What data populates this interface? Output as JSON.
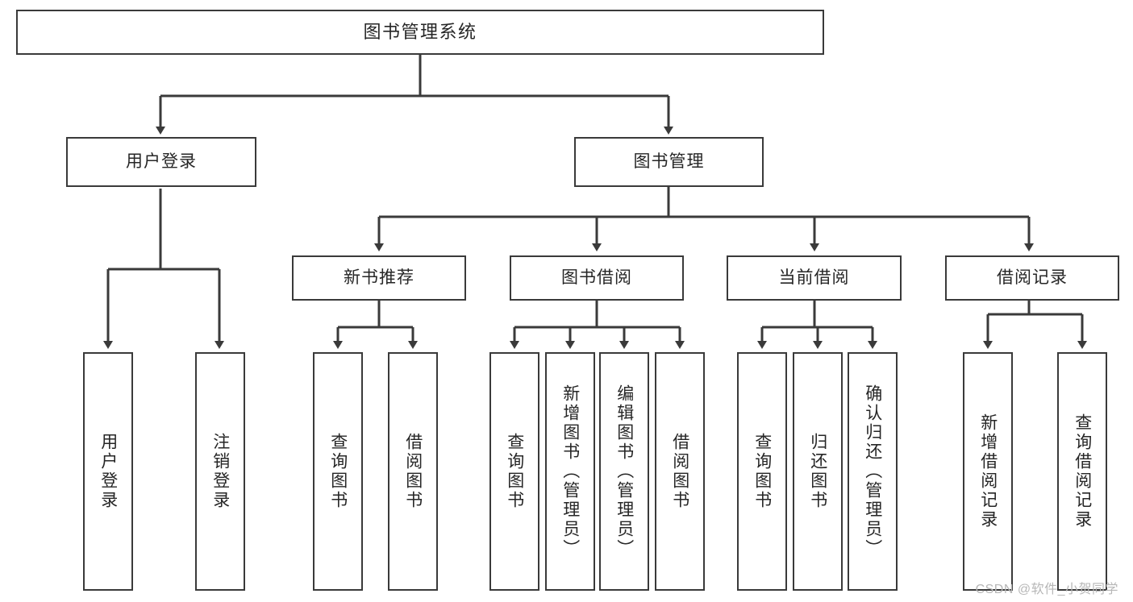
{
  "diagram": {
    "title": "图书管理系统",
    "type": "hierarchy-tree",
    "root": {
      "id": "root",
      "label": "图书管理系统"
    },
    "level1": [
      {
        "id": "user-login",
        "label": "用户登录"
      },
      {
        "id": "book-manage",
        "label": "图书管理"
      }
    ],
    "level2": [
      {
        "id": "new-book-recommend",
        "label": "新书推荐",
        "parent": "book-manage"
      },
      {
        "id": "book-borrow",
        "label": "图书借阅",
        "parent": "book-manage"
      },
      {
        "id": "current-borrow",
        "label": "当前借阅",
        "parent": "book-manage"
      },
      {
        "id": "borrow-record",
        "label": "借阅记录",
        "parent": "book-manage"
      }
    ],
    "leaves": [
      {
        "id": "leaf-user-login",
        "label": "用户登录",
        "parent": "user-login"
      },
      {
        "id": "leaf-logout",
        "label": "注销登录",
        "parent": "user-login"
      },
      {
        "id": "leaf-query-book-1",
        "label": "查询图书",
        "parent": "new-book-recommend"
      },
      {
        "id": "leaf-borrow-book-1",
        "label": "借阅图书",
        "parent": "new-book-recommend"
      },
      {
        "id": "leaf-query-book-2",
        "label": "查询图书",
        "parent": "book-borrow"
      },
      {
        "id": "leaf-add-book",
        "label": "新增图书（管理员）",
        "parent": "book-borrow"
      },
      {
        "id": "leaf-edit-book",
        "label": "编辑图书（管理员）",
        "parent": "book-borrow"
      },
      {
        "id": "leaf-borrow-book-2",
        "label": "借阅图书",
        "parent": "book-borrow"
      },
      {
        "id": "leaf-query-book-3",
        "label": "查询图书",
        "parent": "current-borrow"
      },
      {
        "id": "leaf-return-book",
        "label": "归还图书",
        "parent": "current-borrow"
      },
      {
        "id": "leaf-confirm-return",
        "label": "确认归还（管理员）",
        "parent": "current-borrow"
      },
      {
        "id": "leaf-add-record",
        "label": "新增借阅记录",
        "parent": "borrow-record"
      },
      {
        "id": "leaf-query-record",
        "label": "查询借阅记录",
        "parent": "borrow-record"
      }
    ],
    "watermark": "CSDN @软件_小贺同学",
    "colors": {
      "stroke": "#3a3a3a",
      "text": "#262626",
      "background": "#ffffff",
      "watermark": "#b7b7b7"
    }
  }
}
